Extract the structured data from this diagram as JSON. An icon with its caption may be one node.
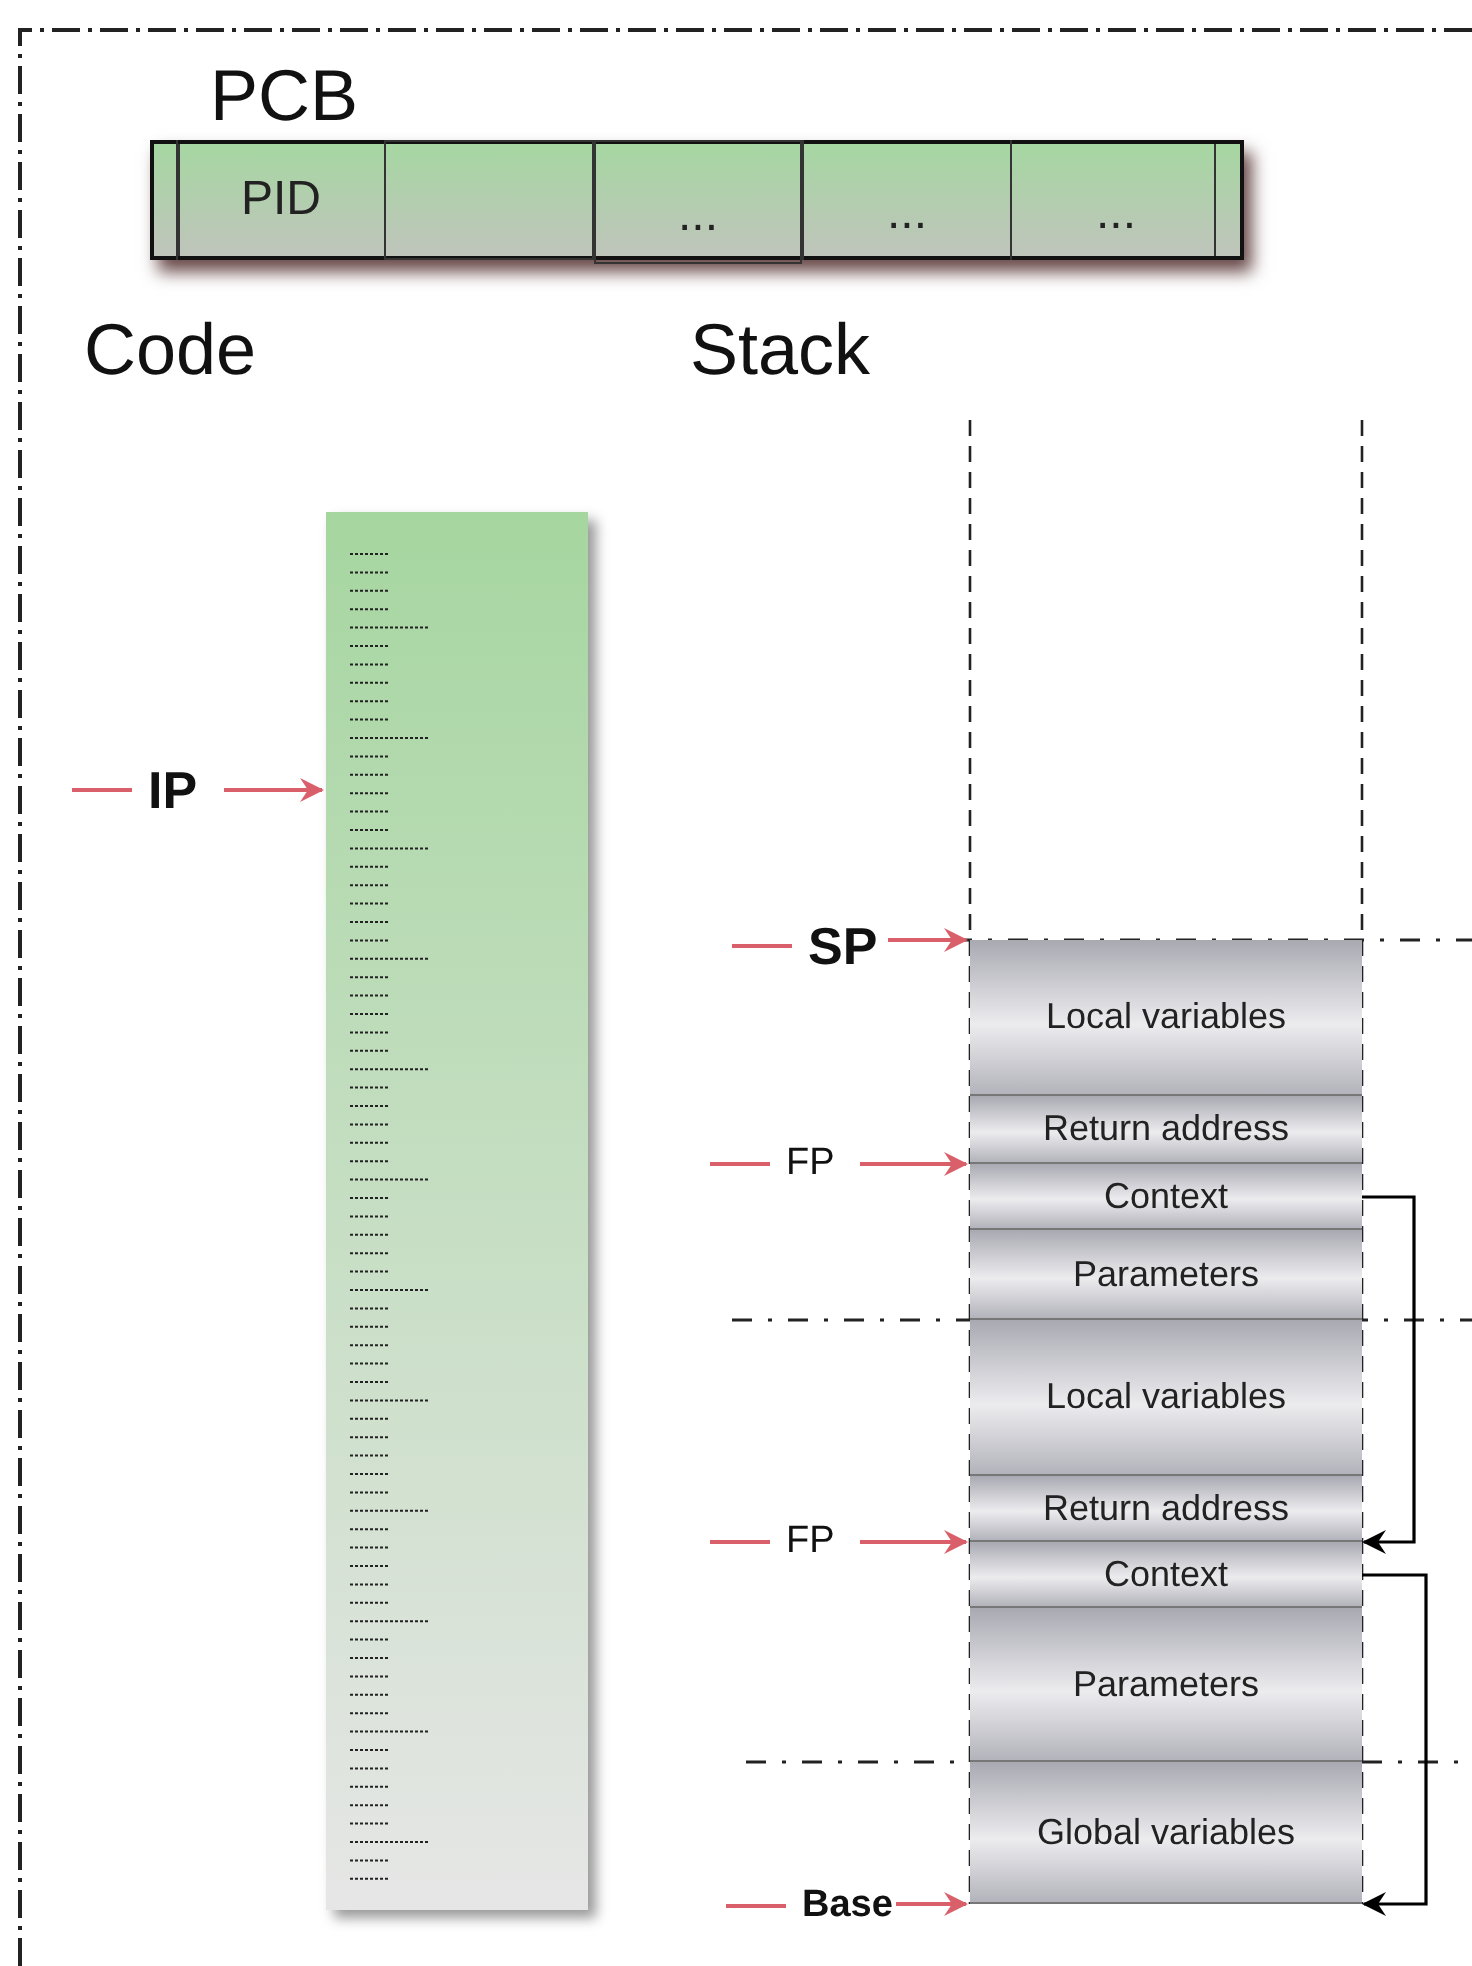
{
  "diagram": {
    "nodes": [
      {
        "text": [
          "PCB"
        ]
      },
      {
        "text": [
          "PID"
        ],
        "in": 0
      },
      {
        "text": [],
        "shape": "box",
        "in": 0
      },
      {
        "text": [
          "..."
        ],
        "in": 0
      },
      {
        "text": [
          "..."
        ],
        "in": 0
      },
      {
        "text": [
          "..."
        ],
        "in": 0
      },
      {
        "text": [
          "Code"
        ]
      },
      {
        "text": [
          "Stack"
        ]
      },
      {
        "text": [
          "Local variables"
        ],
        "in": 7
      },
      {
        "text": [
          "Return address"
        ],
        "in": 7
      },
      {
        "text": [
          "Context"
        ],
        "in": 7
      },
      {
        "text": [
          "Parameters"
        ],
        "in": 7
      },
      {
        "text": [
          "Local variables"
        ],
        "in": 7
      },
      {
        "text": [
          "Return address"
        ],
        "in": 7
      },
      {
        "text": [
          "Context"
        ],
        "in": 7
      },
      {
        "text": [
          "Parameters"
        ],
        "in": 7
      },
      {
        "text": [
          "Global variables"
        ],
        "in": 7
      },
      {
        "text": [
          "IP"
        ]
      },
      {
        "text": [
          "SP"
        ]
      },
      {
        "text": [
          "FP"
        ]
      },
      {
        "text": [
          "FP"
        ]
      },
      {
        "text": [
          "Base"
        ]
      }
    ],
    "edges": [
      {
        "from": 17,
        "to": 6,
        "arrow": "to"
      },
      {
        "from": 18,
        "to": 8,
        "arrow": "to"
      },
      {
        "from": 19,
        "to": 10,
        "arrow": "to"
      },
      {
        "from": 20,
        "to": 14,
        "arrow": "to"
      },
      {
        "from": 21,
        "to": 16,
        "arrow": "to"
      },
      {
        "from": 10,
        "to": 14,
        "arrow": "to",
        "color": "#000000"
      },
      {
        "from": 14,
        "to": 16,
        "arrow": "to",
        "color": "#000000"
      }
    ]
  }
}
